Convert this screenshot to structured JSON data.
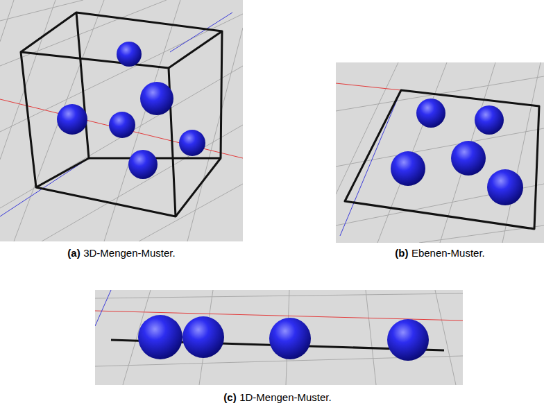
{
  "diagram": {
    "labels": [
      "(a)",
      "3D-Mengen-Muster.",
      "(b)",
      "Ebenen-Muster.",
      "(c)",
      "1D-Mengen-Muster."
    ]
  }
}
